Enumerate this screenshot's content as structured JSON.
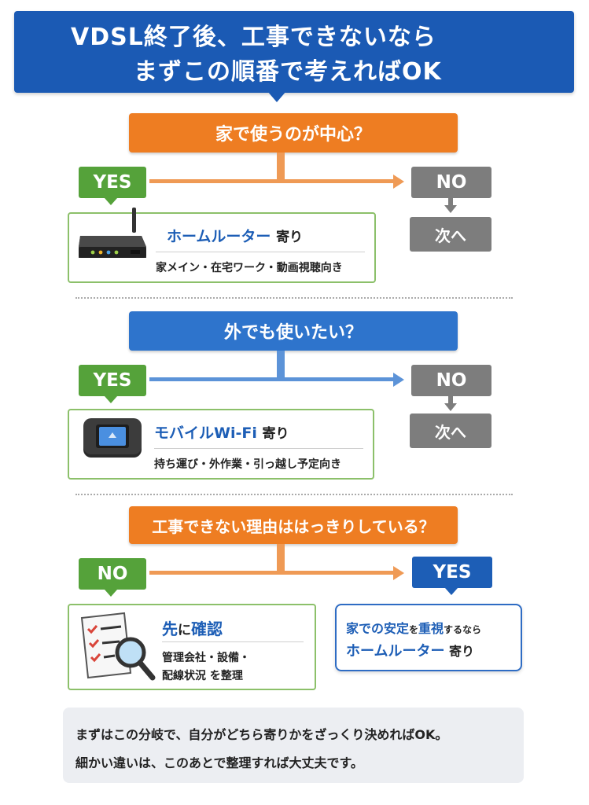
{
  "header": {
    "line1": "VDSL終了後、工事できないなら",
    "line2": "まずこの順番で考えればOK"
  },
  "q1": {
    "question": "家で使うのが中心？",
    "yes_label": "YES",
    "no_label": "NO",
    "next_label": "次へ",
    "result_title": "ホームルーター",
    "result_suffix": "寄り",
    "result_sub": "家メイン・在宅ワーク・動画視聴向き"
  },
  "q2": {
    "question": "外でも使いたい？",
    "yes_label": "YES",
    "no_label": "NO",
    "next_label": "次へ",
    "result_title": "モバイルWi-Fi",
    "result_suffix": "寄り",
    "result_sub": "持ち運び・外作業・引っ越し予定向き"
  },
  "q3": {
    "question": "工事できない理由ははっきりしている？",
    "no_label": "NO",
    "yes_label": "YES",
    "no_title_a": "先",
    "no_title_b": "に",
    "no_title_c": "確認",
    "no_sub1": "管理会社・設備・",
    "no_sub2": "配線状況 を整理",
    "yes_line1_a": "家での安定",
    "yes_line1_b": "を",
    "yes_line1_c": "重視",
    "yes_line1_d": "するなら",
    "yes_line2_a": "ホームルーター",
    "yes_line2_b": "寄り"
  },
  "note": {
    "line1": "まずはこの分岐で、自分がどちら寄りかをざっくり決めればOK。",
    "line2": "細かい違いは、このあとで整理すれば大丈夫です。"
  },
  "colors": {
    "header_blue": "#1b5ab4",
    "orange": "#ee7d22",
    "blue": "#2e74cc",
    "green": "#55a23a",
    "gray": "#7d7d7d"
  },
  "icons": [
    "router-icon",
    "mobile-wifi-icon",
    "checklist-magnifier-icon"
  ]
}
